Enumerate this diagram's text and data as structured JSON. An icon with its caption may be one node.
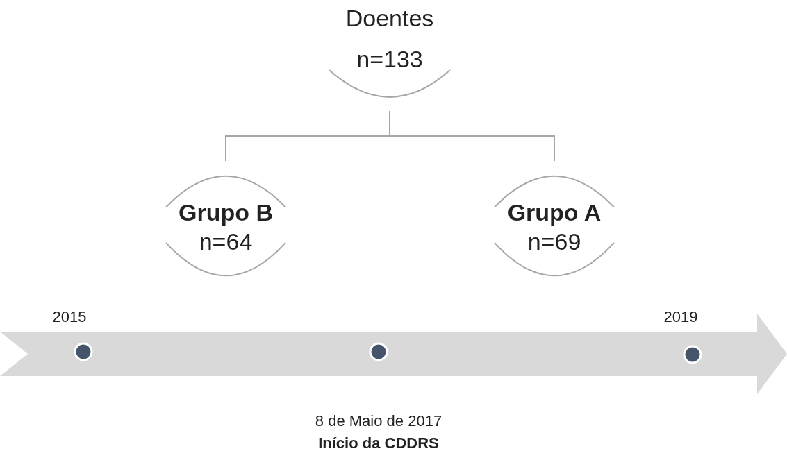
{
  "diagram": {
    "nodes": [
      {
        "text": [
          "Doentes",
          "n=133"
        ]
      },
      {
        "text": [
          "Grupo B",
          "n=64"
        ]
      },
      {
        "text": [
          "Grupo A",
          "n=69"
        ]
      }
    ],
    "edges": [
      {
        "from": 0,
        "to": 1,
        "arrow": "none"
      },
      {
        "from": 0,
        "to": 2,
        "arrow": "none"
      }
    ],
    "labels": [
      "2015",
      "2019",
      "8 de Maio de 2017",
      "Início da CDDRS"
    ]
  }
}
